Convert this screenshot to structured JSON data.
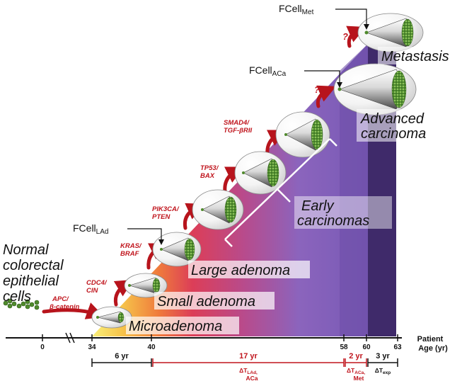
{
  "stages": {
    "normal": [
      "Normal",
      "colorectal",
      "epithelial",
      "cells"
    ],
    "microadenoma": "Microadenoma",
    "small_adenoma": "Small adenoma",
    "large_adenoma": "Large adenoma",
    "early_carcinomas": [
      "Early",
      "carcinomas"
    ],
    "advanced_carcinoma": [
      "Advanced",
      "carcinoma"
    ],
    "metastasis": "Metastasis"
  },
  "mutations": {
    "apc": [
      "APC/",
      "β-catenin"
    ],
    "cdc4": [
      "CDC4/",
      "CIN"
    ],
    "kras": [
      "KRAS/",
      "BRAF"
    ],
    "pik3ca": [
      "PIK3CA/",
      "PTEN"
    ],
    "tp53": [
      "TP53/",
      "BAX"
    ],
    "smad4": [
      "SMAD4/",
      "TGF-βRII"
    ],
    "unknown_1": "?",
    "unknown_2": "?"
  },
  "founder_cells": {
    "lad": {
      "main": "FCell",
      "sub": "LAd"
    },
    "aca": {
      "main": "FCell",
      "sub": "ACa"
    },
    "met": {
      "main": "FCell",
      "sub": "Met"
    }
  },
  "axis": {
    "label": [
      "Patient",
      "Age (yr)"
    ],
    "ticks": [
      "0",
      "34",
      "40",
      "58",
      "60",
      "63"
    ]
  },
  "durations": [
    {
      "value": "6 yr",
      "label": ""
    },
    {
      "value": "17 yr",
      "label": [
        "ΔT",
        "LAd,",
        "ACa"
      ]
    },
    {
      "value": "2 yr",
      "label": [
        "ΔT",
        "ACa,",
        "Met"
      ]
    },
    {
      "value": "3 yr",
      "label": [
        "ΔT",
        "exp"
      ]
    }
  ],
  "colors": {
    "yellow": "#f8ec62",
    "orange": "#f4a23a",
    "pink": "#d83a5c",
    "purple": "#8966be",
    "violet": "#6a4aa4",
    "dark_purple": "#3f2a6a",
    "arrow_red": "#b7141c",
    "text_red": "#c0151d",
    "tumor_green": "#4f8a2c"
  }
}
